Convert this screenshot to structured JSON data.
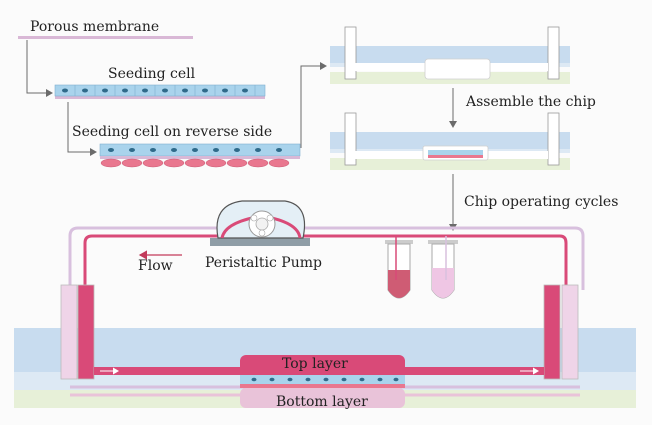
{
  "labels": {
    "porous_membrane": "Porous membrane",
    "seeding_cell": "Seeding cell",
    "seeding_cell_reverse": "Seeding cell on reverse side",
    "assemble_chip": "Assemble the chip",
    "chip_operating_cycles": "Chip operating cycles",
    "flow": "Flow",
    "peristaltic_pump": "Peristaltic Pump",
    "top_layer": "Top layer",
    "bottom_layer": "Bottom layer"
  },
  "colors": {
    "membrane": "#d9b8d6",
    "cell_blue": "#a9d3ec",
    "cell_nucleus": "#2f6a8a",
    "cell_pink": "#e9778f",
    "chip_blue": "#c8dcef",
    "chip_green": "#e7f0d8",
    "tube_pink": "#d94a78",
    "tube_light": "#d8c0de",
    "reservoir_red": "#cf5c74",
    "reservoir_light": "#efc6e4",
    "arrow": "#6b6b6b"
  }
}
